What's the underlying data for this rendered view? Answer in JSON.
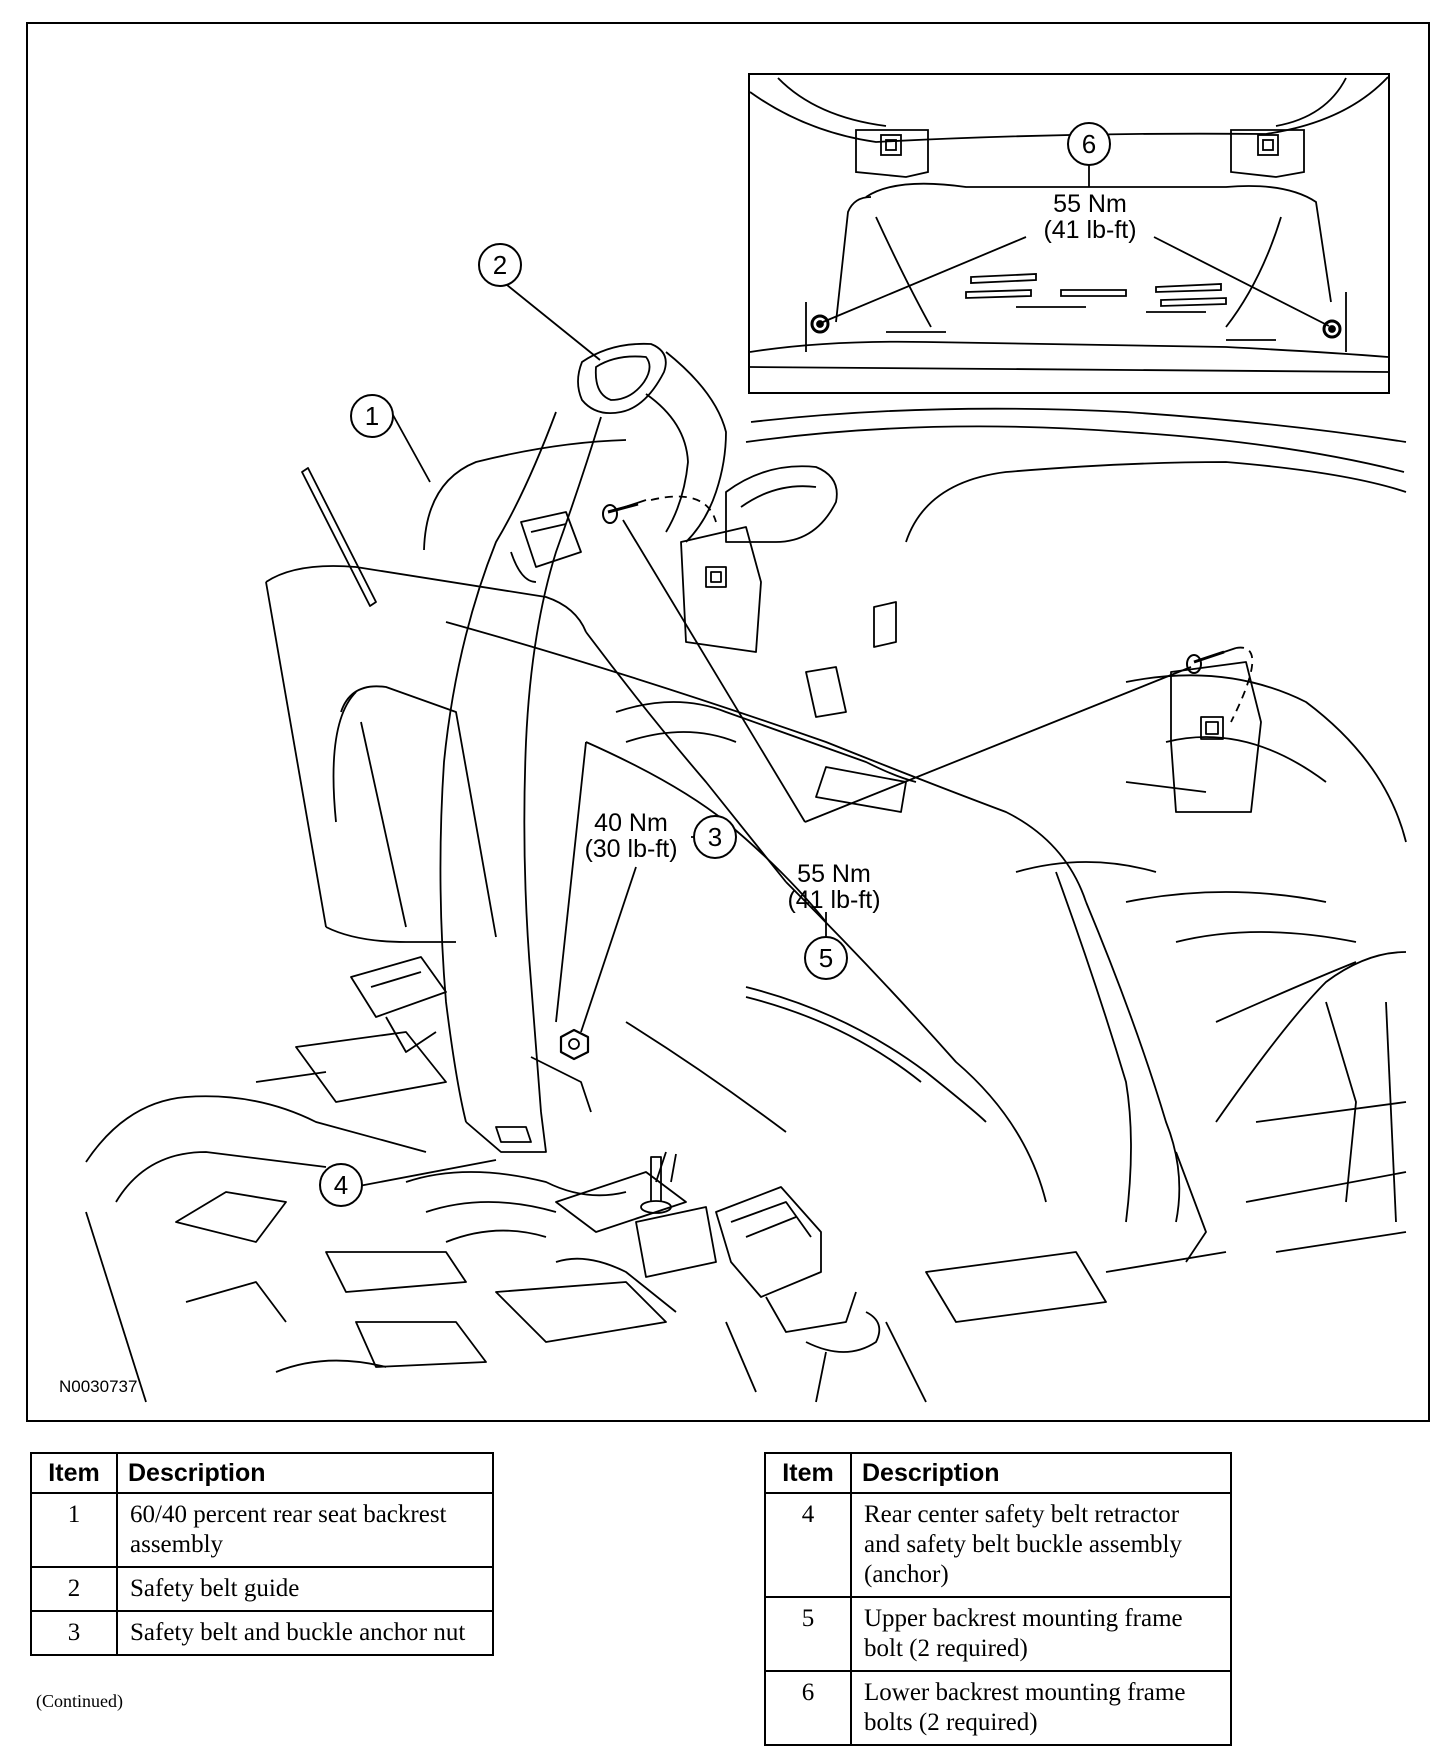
{
  "figure": {
    "ref_code": "N0030737",
    "callouts": [
      "1",
      "2",
      "3",
      "4",
      "5",
      "6"
    ],
    "torque_3": {
      "metric": "40 Nm",
      "imperial": "(30 lb-ft)"
    },
    "torque_5": {
      "metric": "55 Nm",
      "imperial": "(41 lb-ft)"
    },
    "torque_6": {
      "metric": "55 Nm",
      "imperial": "(41 lb-ft)"
    }
  },
  "legend_left": {
    "headers": {
      "item": "Item",
      "description": "Description"
    },
    "rows": [
      {
        "item": "1",
        "description": "60/40 percent rear seat backrest assembly"
      },
      {
        "item": "2",
        "description": "Safety belt guide"
      },
      {
        "item": "3",
        "description": "Safety belt and buckle anchor nut"
      }
    ],
    "footnote": "(Continued)"
  },
  "legend_right": {
    "headers": {
      "item": "Item",
      "description": "Description"
    },
    "rows": [
      {
        "item": "4",
        "description": "Rear center safety belt retractor and safety belt buckle assembly (anchor)"
      },
      {
        "item": "5",
        "description": "Upper backrest mounting frame bolt (2 required)"
      },
      {
        "item": "6",
        "description": "Lower backrest mounting frame bolts (2 required)"
      }
    ]
  }
}
